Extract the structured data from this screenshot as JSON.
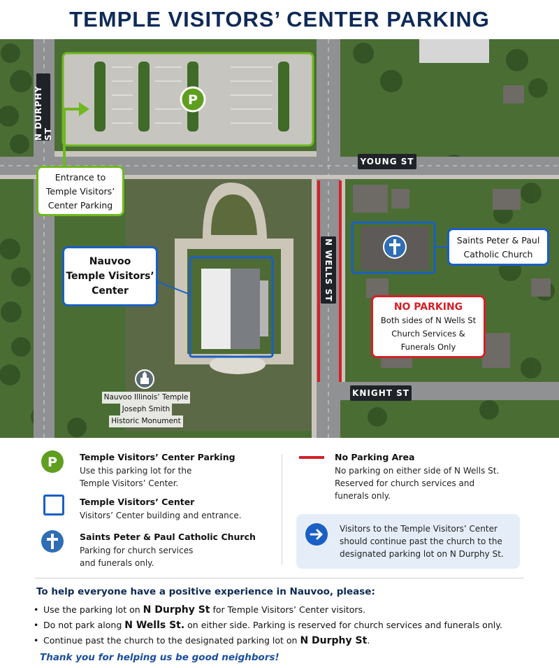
{
  "title": "TEMPLE VISITORS’ CENTER PARKING",
  "map": {
    "streets": {
      "durphy": "N DURPHY ST",
      "young": "YOUNG ST",
      "wells": "N WELLS ST",
      "knight": "KNIGHT ST"
    },
    "parking_symbol": "P",
    "entrance_callout": [
      "Entrance to",
      "Temple Visitors’",
      "Center Parking"
    ],
    "visitors_center_callout": [
      "Nauvoo",
      "Temple Visitors’",
      "Center"
    ],
    "church_callout": [
      "Saints Peter & Paul",
      "Catholic Church"
    ],
    "no_parking_callout": {
      "heading": "NO PARKING",
      "lines": [
        "Both sides of N Wells St",
        "Church Services &",
        "Funerals Only"
      ]
    },
    "monument_label": [
      "Nauvoo Illinois’ Temple",
      "Joseph Smith",
      "Historic Monument"
    ]
  },
  "legend": {
    "parking": {
      "title": "Temple Visitors’ Center Parking",
      "text": "Use this parking lot for the\nTemple Visitors’ Center.",
      "symbol": "P"
    },
    "center": {
      "title": "Temple Visitors’ Center",
      "text": "Visitors’ Center building and entrance."
    },
    "church": {
      "title": "Saints Peter & Paul Catholic Church",
      "text": "Parking for church services\nand funerals only."
    },
    "no_parking": {
      "title": "No Parking Area",
      "text": "No parking on either side of N Wells St.\nReserved for church services and\nfunerals only."
    },
    "note": "Visitors to the Temple Visitors’ Center\nshould continue past the church to the\ndesignated parking lot on N Durphy St."
  },
  "footer": {
    "heading": "To help everyone have a positive experience in Nauvoo, please:",
    "bullets": [
      {
        "pre": "Use the parking lot on ",
        "bold": "N Durphy St",
        "post": " for Temple Visitors’ Center visitors."
      },
      {
        "pre": "Do not park along ",
        "bold": "N Wells St.",
        "post": " on either side. Parking is reserved for church services and funerals only."
      },
      {
        "pre": "Continue past the church to the designated parking lot on ",
        "bold": "N Durphy St",
        "post": "."
      }
    ],
    "thanks": "Thank you for helping us be good neighbors!"
  },
  "colors": {
    "title": "#0e2a57",
    "parking_green": "#5f9e1f",
    "visitor_blue": "#1a5fc4",
    "church_blue": "#2f6db5",
    "no_parking_red": "#d42027",
    "note_bg": "#e5eef8",
    "road": "#8a8c8e",
    "grass": "#4f7a32"
  }
}
